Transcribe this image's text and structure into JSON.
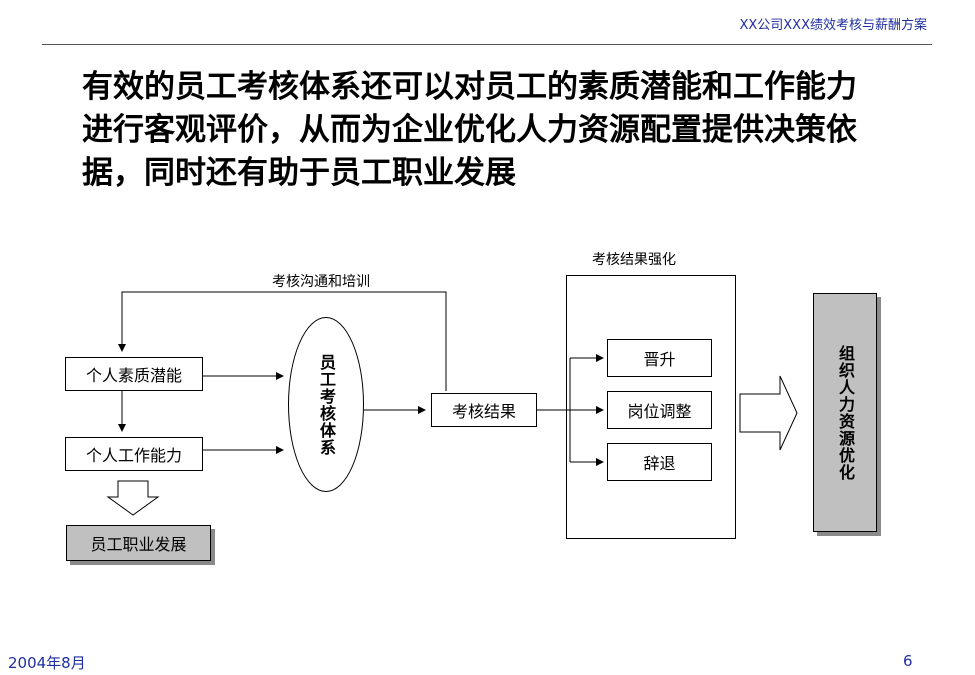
{
  "header": {
    "title": "XX公司XXX绩效考核与薪酬方案"
  },
  "headline": "有效的员工考核体系还可以对员工的素质潜能和工作能力进行客观评价，从而为企业优化人力资源配置提供决策依据，同时还有助于员工职业发展",
  "diagram": {
    "feedback_label": "考核沟通和培训",
    "result_group_label": "考核结果强化",
    "inputs": [
      "个人素质潜能",
      "个人工作能力"
    ],
    "development": "员工职业发展",
    "system": "员工考核体系",
    "result": "考核结果",
    "outcomes": [
      "晋升",
      "岗位调整",
      "辞退"
    ],
    "optimization": "组织人力资源优化"
  },
  "footer": {
    "date": "2004年8月",
    "page": "6"
  }
}
